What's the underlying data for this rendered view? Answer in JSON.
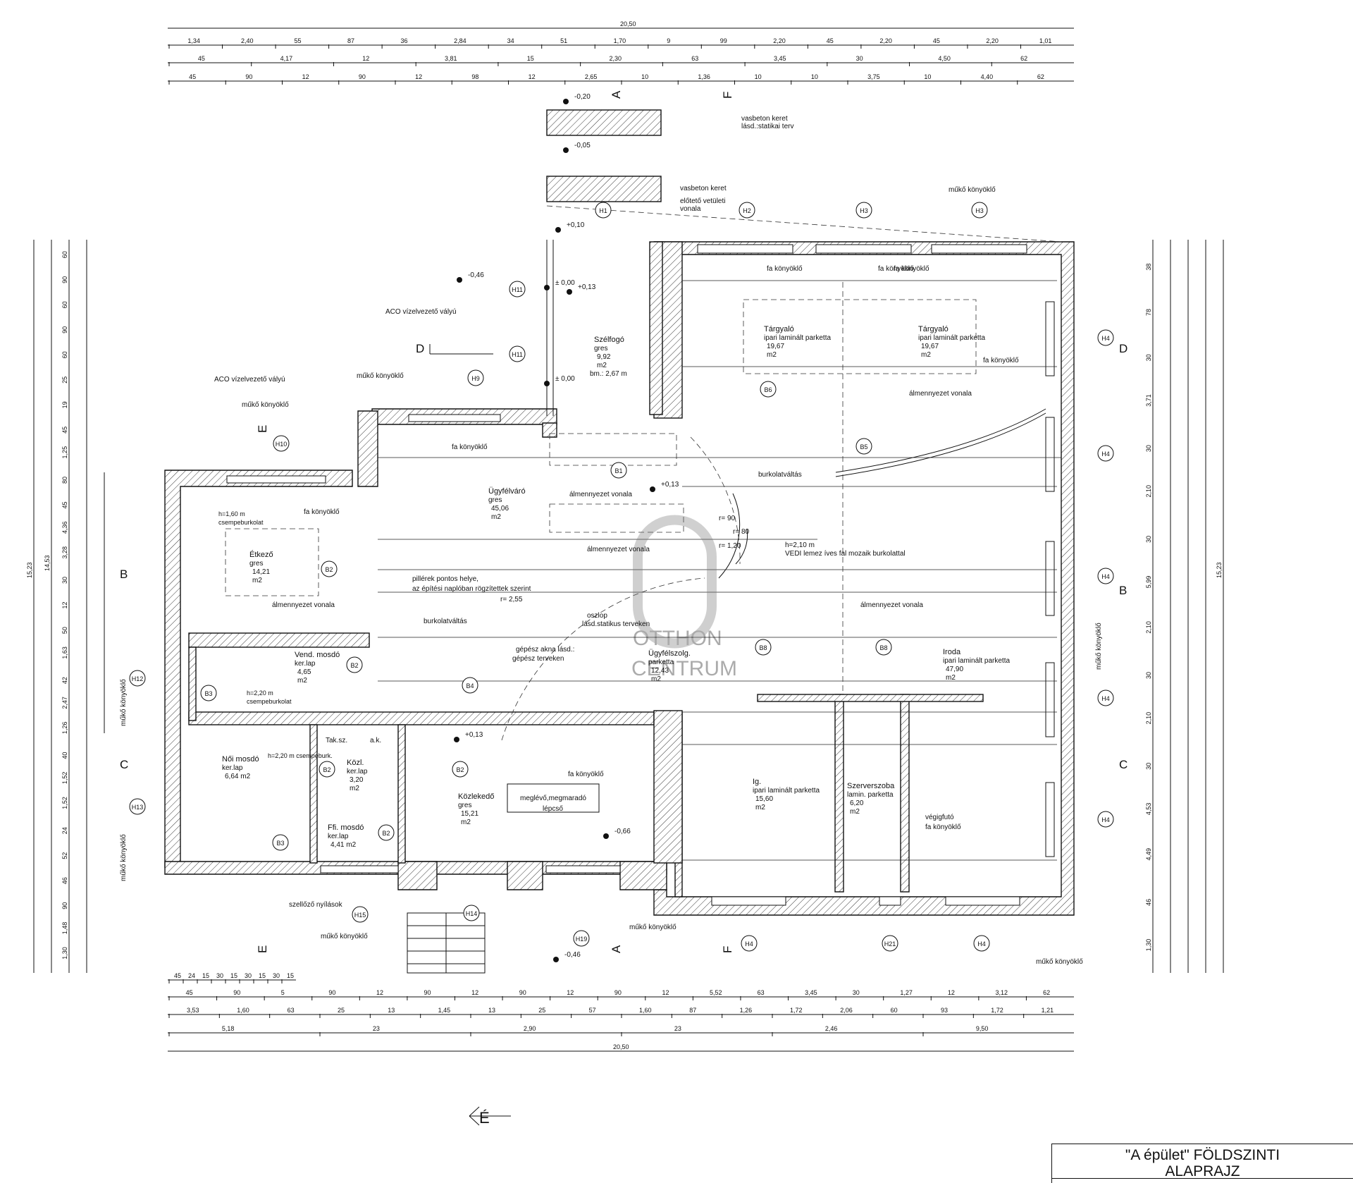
{
  "drawing": {
    "title_line1": "\"A épület\"  FÖLDSZINTI",
    "title_line2": "ALAPRAJZ",
    "watermark_top": "OTTHON",
    "watermark_bottom": "CENTRUM",
    "north_symbol": "É"
  },
  "dimensions": {
    "top_total": "20,50",
    "top_row1": [
      "1,34",
      "2,40",
      "55",
      "87",
      "36",
      "2,84",
      "34",
      "51",
      "1,70",
      "9",
      "99",
      "2,20",
      "45",
      "2,20",
      "45",
      "2,20",
      "1,01"
    ],
    "top_row2": [
      "45",
      "4,17",
      "12",
      "3,81",
      "15",
      "2,30",
      "63",
      "3,45",
      "30",
      "4,50",
      "62"
    ],
    "top_row3": [
      "45",
      "90",
      "12",
      "90",
      "12",
      "98",
      "12",
      "2,65",
      "10",
      "1,36",
      "10",
      "10",
      "3,75",
      "10",
      "4,40",
      "62"
    ],
    "bottom_row1": [
      "45",
      "24",
      "15",
      "30",
      "15",
      "30",
      "15",
      "30",
      "15"
    ],
    "bottom_row2": [
      "45",
      "90",
      "5",
      "90",
      "12",
      "90",
      "12",
      "90",
      "12",
      "90",
      "12",
      "5,52",
      "63",
      "3,45",
      "30",
      "1,27",
      "12",
      "3,12",
      "62"
    ],
    "bottom_row3": [
      "3,53",
      "1,60",
      "63",
      "25",
      "13",
      "1,45",
      "13",
      "25",
      "57",
      "1,60",
      "87",
      "1,26",
      "1,72",
      "2,06",
      "60",
      "93",
      "1,72",
      "1,21"
    ],
    "bottom_row4": [
      "5,18",
      "23",
      "2,90",
      "23",
      "2,46",
      "9,50"
    ],
    "bottom_total": "20,50",
    "left_total": "15,23",
    "left_sub": "14,53",
    "right_total": "15,23",
    "left_col2": [
      "60",
      "90",
      "60",
      "90",
      "60",
      "25",
      "19",
      "45",
      "1,25",
      "80",
      "45",
      "4,36",
      "3,28",
      "30",
      "12",
      "50",
      "1,63",
      "42",
      "2,47",
      "1,26",
      "40",
      "1,52",
      "1,52",
      "24",
      "52",
      "46",
      "90",
      "1,48",
      "1,30"
    ],
    "right_col": [
      "38",
      "78",
      "30",
      "3,71",
      "30",
      "2,10",
      "30",
      "5,99",
      "2,10",
      "30",
      "2,10",
      "30",
      "4,53",
      "4,49",
      "46",
      "1,30"
    ]
  },
  "rooms": [
    {
      "name": "Étkező",
      "mat": "gres",
      "area": "14,21",
      "unit": "m2"
    },
    {
      "name": "Ügyfélváró",
      "mat": "gres",
      "area": "45,06",
      "unit": "m2"
    },
    {
      "name": "Szélfogó",
      "mat": "gres",
      "area": "9,92",
      "unit": "m2",
      "extra": "bm.: 2,67 m"
    },
    {
      "name": "Tárgyaló",
      "mat": "ipari laminált parketta",
      "area": "19,67",
      "unit": "m2"
    },
    {
      "name": "Tárgyaló",
      "mat": "ipari laminált parketta",
      "area": "19,67",
      "unit": "m2"
    },
    {
      "name": "Ügyfélszolg.",
      "mat": "parketta",
      "area": "12,43",
      "unit": "m2"
    },
    {
      "name": "Iroda",
      "mat": "ipari laminált parketta",
      "area": "47,90",
      "unit": "m2"
    },
    {
      "name": "Vend. mosdó",
      "mat": "ker.lap",
      "area": "4,65",
      "unit": "m2"
    },
    {
      "name": "Női mosdó",
      "mat": "ker.lap",
      "area": "6,64 m2",
      "unit": ""
    },
    {
      "name": "Közl.",
      "mat": "ker.lap",
      "area": "3,20",
      "unit": "m2"
    },
    {
      "name": "Ffi. mosdó",
      "mat": "ker.lap",
      "area": "4,41 m2",
      "unit": ""
    },
    {
      "name": "Közlekedő",
      "mat": "gres",
      "area": "15,21",
      "unit": "m2"
    },
    {
      "name": "Ig.",
      "mat": "ipari laminált parketta",
      "area": "15,60",
      "unit": "m2"
    },
    {
      "name": "Szerverszoba",
      "mat": "lamin. parketta",
      "area": "6,20",
      "unit": "m2"
    }
  ],
  "notes": {
    "vasbeton": "vasbeton keret",
    "statikai": "lásd.:statikai terv",
    "vasbeton2": "vasbeton keret",
    "eloteto": "előtető vetületi",
    "vonala": "vonala",
    "aco1": "ACO vízelvezető vályú",
    "aco2": "ACO vízelvezető vályú",
    "muko1": "műkő könyöklő",
    "muko2": "műkő könyöklő",
    "muko3": "műkő könyöklő",
    "muko4": "műkő könyöklő",
    "muko5": "műkő könyöklő",
    "muko6": "műkő könyöklő",
    "muko_left1": "műkő könyöklő",
    "muko_left2": "műkő könyöklő",
    "muko_right": "műkő könyöklő",
    "fa1": "fa könyöklő",
    "fa2": "fa könyöklő",
    "fa3": "fa könyöklő",
    "fa4": "fa könyöklő",
    "fa5": "fa könyöklő",
    "fa6": "fa könyöklő",
    "fa7": "fa könyöklő",
    "almenny1": "álmennyezet vonala",
    "almenny2": "álmennyezet vonala",
    "almenny3": "álmennyezet vonala",
    "almenny4": "álmennyezet vonala",
    "almenny5": "álmennyezet vonala",
    "burk1": "burkolatváltás",
    "burk2": "burkolatváltás",
    "piller1": "pillérek pontos helye,",
    "piller2": "az építési naplóban rögzítettek szerint",
    "oszlop1": "oszlop",
    "oszlop2": "lásd.statikus terveken",
    "gepesz1": "gépész akna lásd.:",
    "gepesz2": "gépész terveken",
    "vedi1": "h=2,10 m",
    "vedi2": "VEDI lemez íves fal mozaik burkolattal",
    "meglevo1": "meglévő,megmaradó",
    "meglevo2": "lépcső",
    "szellozo": "szellőző nyílások",
    "vegigfuto1": "végigfutó",
    "vegigfuto2": "fa könyöklő",
    "csempe1": "h=1,60 m",
    "csempe1b": "csempeburkolat",
    "csempe2": "h=2,20 m",
    "csempe2b": "csempeburkolat",
    "csempe3": "h=2,20 m csempeburk.",
    "taksz": "Tak.sz.",
    "ak": "a.k.",
    "r1": "r= 90",
    "r2": "r= 80",
    "r3": "r= 1,20",
    "r4": "r= 2,55"
  },
  "levels": [
    "-0,20",
    "-0,05",
    "+0,10",
    "+0,13",
    "-0,46",
    "+0,13",
    "+0,13",
    "-0,66",
    "-0,46",
    "± 0,00",
    "± 0,00"
  ],
  "door_tags": [
    "H1",
    "H2",
    "H3",
    "H3",
    "H4",
    "H4",
    "H4",
    "H4",
    "H4",
    "H4",
    "H4",
    "H9",
    "H10",
    "H11",
    "H11",
    "H12",
    "H13",
    "H14",
    "H15",
    "H19",
    "H21",
    "B1",
    "B2",
    "B2",
    "B2",
    "B2",
    "B2",
    "B3",
    "B3",
    "B4",
    "B5",
    "B6",
    "B8",
    "B8"
  ],
  "axes": {
    "A": "A",
    "B": "B",
    "C": "C",
    "D": "D",
    "E": "E",
    "F": "F"
  }
}
